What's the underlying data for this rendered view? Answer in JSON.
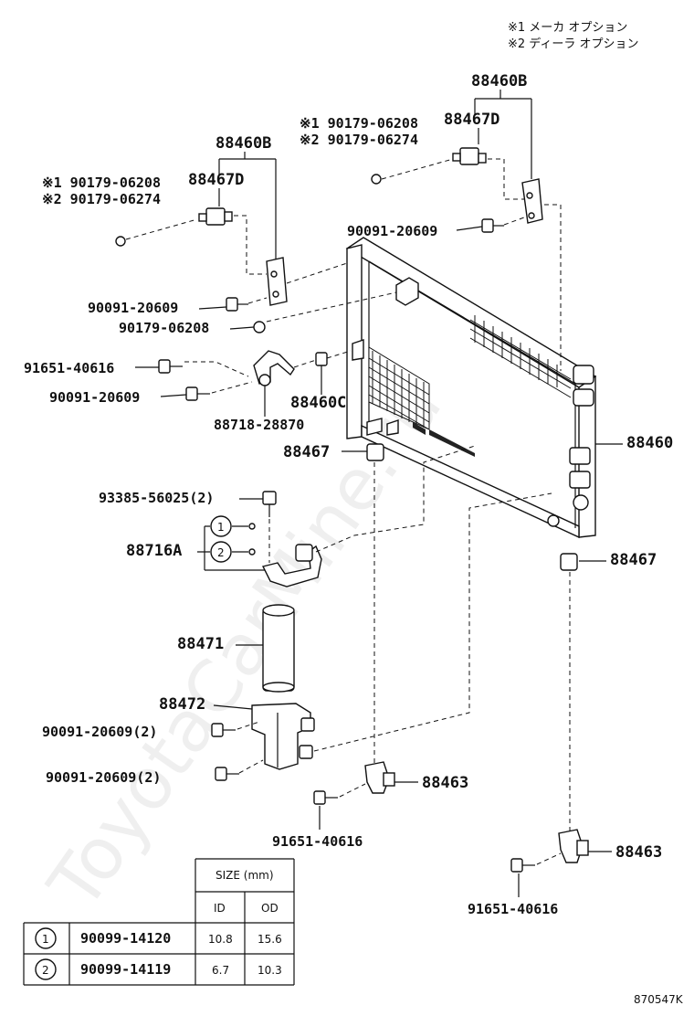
{
  "notes": {
    "n1": "※1 メーカ オプション",
    "n2": "※2 ディーラ オプション"
  },
  "watermark": "ToyotaCarMine.ru",
  "labels": {
    "p88460B_r": "88460B",
    "p88467D_r": "88467D",
    "opt1_r": "※1 90179-06208",
    "opt2_r": "※2 90179-06274",
    "bolt_r": "90091-20609",
    "p88460B_l": "88460B",
    "p88467D_l": "88467D",
    "opt1_l": "※1 90179-06208",
    "opt2_l": "※2 90179-06274",
    "bolt_l": "90091-20609",
    "nut_l": "90179-06208",
    "b91651_a": "91651-40616",
    "b90091_a": "90091-20609",
    "p88460C": "88460C",
    "p88718": "88718-28870",
    "p88467_a": "88467",
    "p88460": "88460",
    "p93385": "93385-56025(2)",
    "p88716A": "88716A",
    "p88467_b": "88467",
    "p88471": "88471",
    "p88472": "88472",
    "b90091_b": "90091-20609(2)",
    "b90091_c": "90091-20609(2)",
    "p88463_a": "88463",
    "b91651_b": "91651-40616",
    "p88463_b": "88463",
    "b91651_c": "91651-40616",
    "code": "870547K"
  },
  "callouts": {
    "c1": "1",
    "c2": "2"
  },
  "table": {
    "size_header": "SIZE (mm)",
    "id_header": "ID",
    "od_header": "OD",
    "rows": [
      {
        "mark": "1",
        "part": "90099-14120",
        "id": "10.8",
        "od": "15.6"
      },
      {
        "mark": "2",
        "part": "90099-14119",
        "id": "6.7",
        "od": "10.3"
      }
    ]
  }
}
